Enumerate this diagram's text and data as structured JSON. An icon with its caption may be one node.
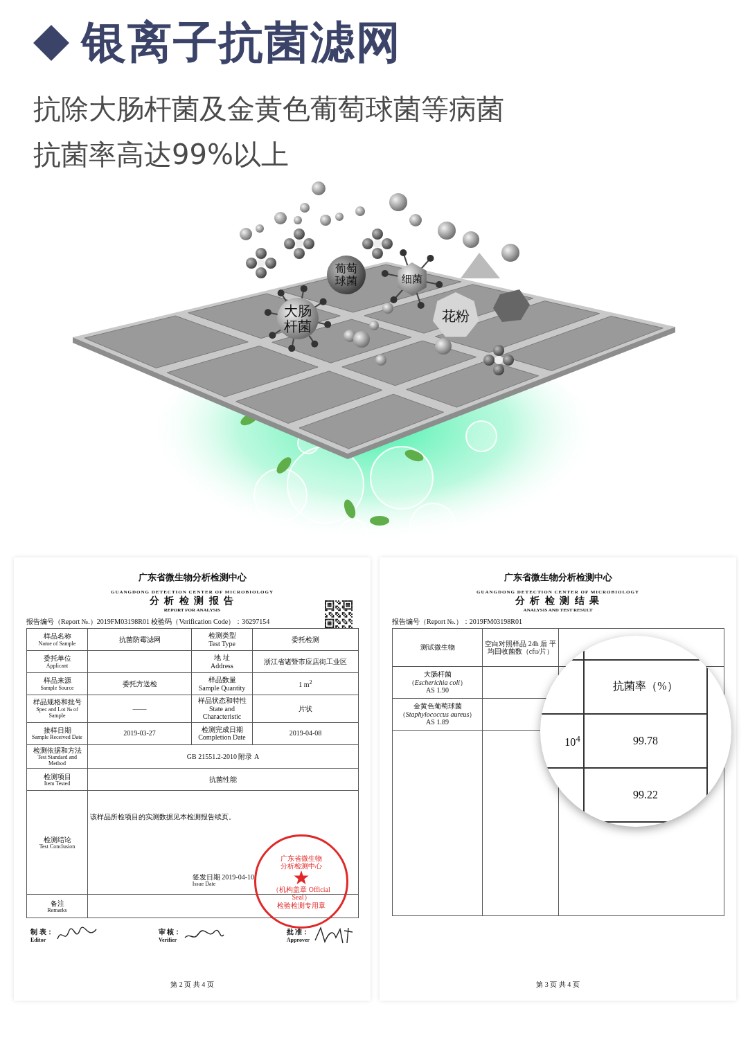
{
  "diagram": {
    "title": "银离子抗菌滤网",
    "caption": "抗除大肠杆菌及金黄色葡萄球菌等病菌抗菌率高达99%以上",
    "nodes": [
      {
        "text": [
          "大肠杆菌"
        ]
      },
      {
        "text": [
          "葡萄球菌"
        ]
      },
      {
        "text": [
          "细菌"
        ]
      },
      {
        "text": [
          "花粉"
        ]
      },
      {
        "text": [
          "广东省微生物分析检测中心",
          "GUANGDONG DETECTION CENTER OF MICROBIOLOGY",
          "分 析 检 测 报 告",
          "REPORT FOR ANALYSIS"
        ]
      },
      {
        "text": [
          "广东省微生物分析检测中心",
          "GUANGDONG DETECTION CENTER OF MICROBIOLOGY",
          "分 析 检 测 结 果",
          "ANALYSIS AND TEST RESULT"
        ]
      },
      {
        "text": [
          "抗菌率（%）",
          "10$^{4}$",
          "99.78",
          "99.22"
        ],
        "in": 5
      }
    ],
    "edges": [],
    "labels": [
      "报告编号（Report №.）2019FM03198R01 校验码（Verification Code）：36297154",
      "样品名称",
      "Name of Sample",
      "抗菌防霉滤网",
      "检测类型",
      "Test Type",
      "委托检测",
      "委托单位",
      "Applicant",
      "地 址",
      "Address",
      "浙江省诸暨市应店街工业区",
      "样品来源",
      "Sample Source",
      "委托方送检",
      "样品数量",
      "Sample Quantity",
      "1 m$^{2}$",
      "样品规格和批号",
      "Spec and Lot № of Sample",
      "——",
      "样品状态和特性",
      "State and Characteristic",
      "片状",
      "接样日期",
      "Sample Received Date",
      "2019-03-27",
      "检测完成日期",
      "Completion Date",
      "2019-04-08",
      "检测依据和方法",
      "Test Standard and Method",
      "GB 21551.2-2010 附录 A",
      "检测项目",
      "Item Tested",
      "抗菌性能",
      "检测结论",
      "Test Conclusion",
      "该样品所检项目的实测数据见本检测报告续页。",
      "签发日期 2019-04-10",
      "Issue Date",
      "备注",
      "Remarks",
      "制 表：",
      "Editor",
      "审 核：",
      "Verifier",
      "批 准：",
      "Approver",
      "第 2 页 共 4 页",
      "广东省微生物分析检测中心",
      "（机构盖章 Official Seal）",
      "检验检测专用章",
      "报告编号（Report №.）：2019FM03198R01",
      "测试微生物",
      "空白对照样品 24h 后 平均回收菌数（cfu/片）",
      "大肠杆菌",
      "（*Escherichia coli*）",
      "AS 1.90",
      "金黄色葡萄球菌",
      "（*Staphylococcus aureus*）",
      "AS 1.89",
      "第 3 页 共 4 页"
    ]
  }
}
